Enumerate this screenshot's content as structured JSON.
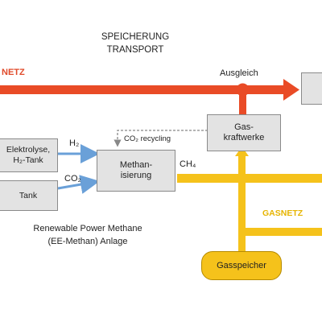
{
  "colors": {
    "power_line": "#e94b26",
    "gas_line": "#f5c21b",
    "box_fill": "#e3e3e3",
    "flow_arrow": "#6aa0d8"
  },
  "header": {
    "line1": "SPEICHERUNG",
    "line2": "TRANSPORT"
  },
  "labels": {
    "stromnetz_fragment": "NETZ",
    "ausgleich": "Ausgleich",
    "h2": "H₂",
    "co2": "CO₂",
    "co2_recycling": "CO₂ recycling",
    "ch4": "CH₄",
    "gasnetz": "GASNETZ",
    "caption_line1": "Renewable Power Methane",
    "caption_line2": "(EE-Methan) Anlage"
  },
  "boxes": {
    "elektrolyse_line1": "Elektrolyse,",
    "elektrolyse_line2": "H₂-Tank",
    "tank": "Tank",
    "methan_line1": "Methan-",
    "methan_line2": "isierung",
    "gaskraft_line1": "Gas-",
    "gaskraft_line2": "kraftwerke",
    "gasspeicher": "Gasspeicher"
  }
}
